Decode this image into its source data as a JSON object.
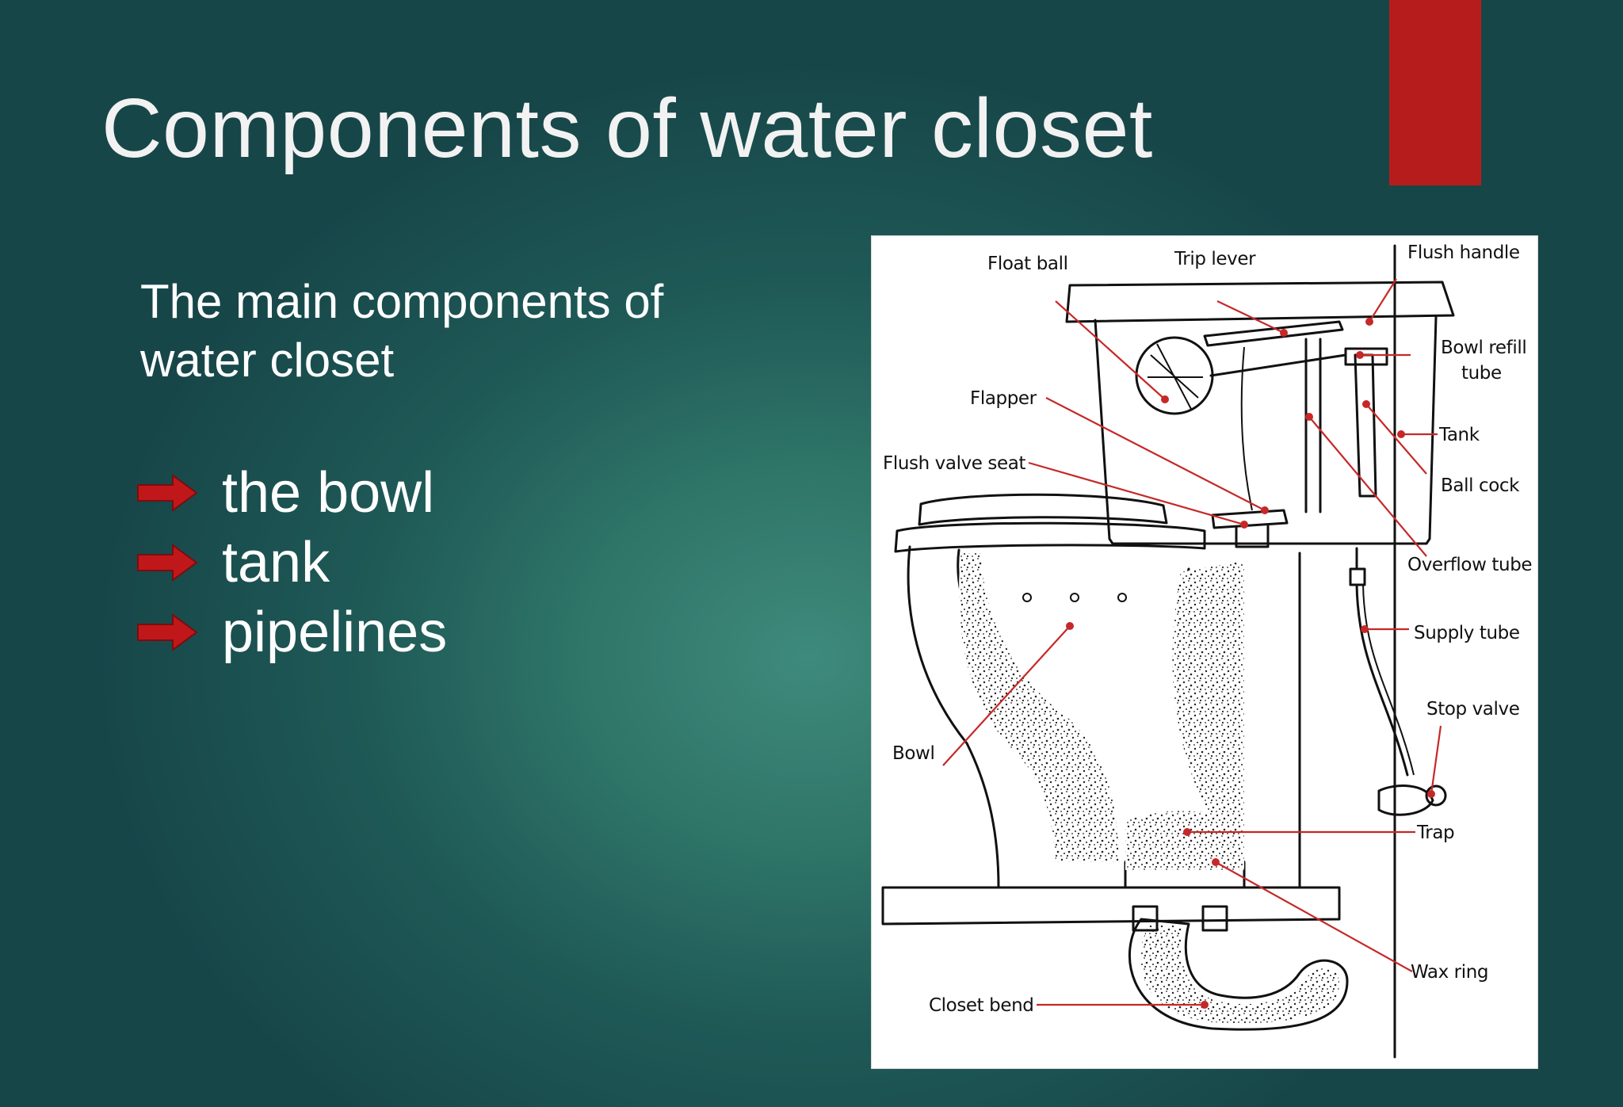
{
  "slide": {
    "title": "Components of water closet",
    "intro": "The main components of water closet",
    "bullets": [
      {
        "label": "the bowl",
        "icon": "right-arrow-icon"
      },
      {
        "label": "tank",
        "icon": "right-arrow-icon"
      },
      {
        "label": "pipelines",
        "icon": "right-arrow-icon"
      }
    ]
  },
  "diagram": {
    "labels": {
      "float_ball": "Float ball",
      "trip_lever": "Trip lever",
      "flush_handle": "Flush handle",
      "bowl_refill_line1": "Bowl refill",
      "bowl_refill_line2": "tube",
      "flapper": "Flapper",
      "tank": "Tank",
      "flush_valve_seat": "Flush valve seat",
      "ball_cock": "Ball cock",
      "overflow_tube": "Overflow tube",
      "supply_tube": "Supply tube",
      "stop_valve": "Stop valve",
      "bowl": "Bowl",
      "trap": "Trap",
      "wax_ring": "Wax ring",
      "closet_bend": "Closet bend"
    }
  },
  "colors": {
    "background_center": "#3e8a7c",
    "background_edge": "#174649",
    "accent": "#b71c1c",
    "leader": "#c62828",
    "text": "#ffffff"
  }
}
